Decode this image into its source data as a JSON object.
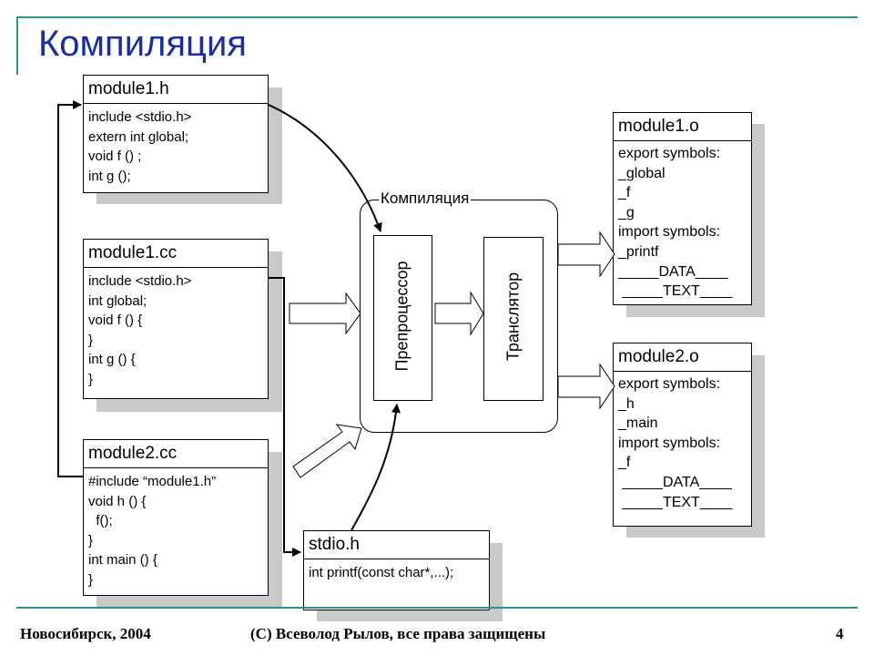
{
  "slide": {
    "title": "Компиляция",
    "footer_left": "Новосибирск, 2004",
    "footer_center": "(C) Всеволод Рылов, все права защищены",
    "page_number": "4",
    "accent_color": "#2f8f94",
    "title_color": "#1a2f9e"
  },
  "sources": {
    "module1_h": {
      "name": "module1.h",
      "lines": [
        "include <stdio.h>",
        "extern int global;",
        "void f () ;",
        "int g ();"
      ]
    },
    "module1_cc": {
      "name": "module1.cc",
      "lines": [
        "include <stdio.h>",
        "int global;",
        "void f () {",
        "}",
        "int g () {",
        "}"
      ]
    },
    "module2_cc": {
      "name": "module2.cc",
      "lines": [
        "#include “module1.h”",
        "void h () {",
        "  f();",
        "}",
        "int main () {",
        "}"
      ]
    },
    "stdio_h": {
      "name": "stdio.h",
      "lines": [
        "int printf(const char*,...);"
      ]
    }
  },
  "compilation": {
    "label": "Компиляция",
    "preprocessor": "Препроцессор",
    "translator": "Транслятор"
  },
  "objects": {
    "module1_o": {
      "name": "module1.o",
      "lines": [
        "export symbols:",
        "_global",
        "_f",
        "_g",
        "import symbols:",
        "_printf",
        "_____DATA____",
        " _____TEXT____"
      ]
    },
    "module2_o": {
      "name": "module2.o",
      "lines": [
        "export symbols:",
        "_h",
        "_main",
        "import symbols:",
        "_f",
        " _____DATA____",
        " _____TEXT____"
      ]
    }
  }
}
